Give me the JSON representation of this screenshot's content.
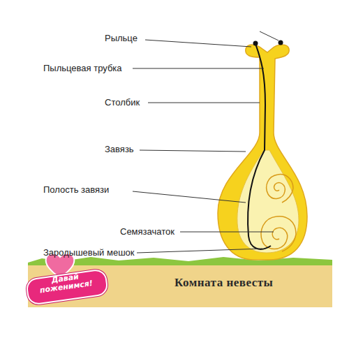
{
  "diagram": {
    "labels": [
      "Рыльце",
      "Пыльцевая трубка",
      "Столбик",
      "Завязь",
      "Полость завязи",
      "Семязачаток",
      "Зародышевый мешок",
      "Давай поженимся!",
      "Комната невесты"
    ]
  }
}
